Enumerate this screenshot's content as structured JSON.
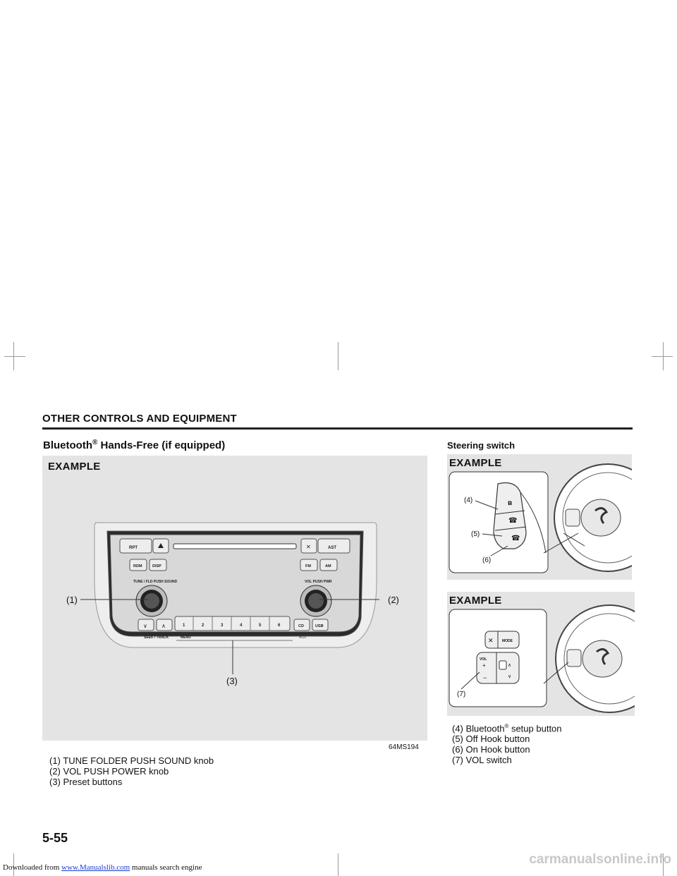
{
  "header": {
    "title": "OTHER CONTROLS AND EQUIPMENT"
  },
  "section": {
    "title": "Bluetooth",
    "reg": "®",
    "title_rest": " Hands-Free (if equipped)"
  },
  "subsection": {
    "title": "Steering switch"
  },
  "figure_audio": {
    "example": "EXAMPLE",
    "code": "64MS194",
    "callouts": {
      "c1": "(1)",
      "c2": "(2)",
      "c3": "(3)"
    },
    "buttons": {
      "rpt": "RPT",
      "ast": "AST",
      "rdm": "RDM",
      "disp": "DISP",
      "fm": "FM",
      "am": "AM",
      "cd": "CD",
      "usb": "USB",
      "tune": "TUNE / FLD PUSH SOUND",
      "vol": "VOL PUSH PWR",
      "seek": "SEEK / TRACK",
      "menu": "MENU",
      "aux": "AUX",
      "p1": "1",
      "p2": "2",
      "p3": "3",
      "p4": "4",
      "p5": "5",
      "p6": "6"
    }
  },
  "figure_steer1": {
    "example": "EXAMPLE",
    "c4": "(4)",
    "c5": "(5)",
    "c6": "(6)"
  },
  "figure_steer2": {
    "example": "EXAMPLE",
    "c7": "(7)",
    "mode": "MODE",
    "vol": "VOL"
  },
  "audio_legend": [
    "(1) TUNE FOLDER PUSH SOUND knob",
    "(2) VOL PUSH POWER knob",
    "(3) Preset buttons"
  ],
  "steer_legend": {
    "item4_pre": "(4) Bluetooth",
    "item4_reg": "®",
    "item4_post": " setup button",
    "item5": "(5) Off Hook button",
    "item6": "(6) On Hook button",
    "item7": "(7) VOL switch"
  },
  "footer": {
    "page": "5-55",
    "dl_prefix": "Downloaded from ",
    "dl_link": "www.Manualslib.com",
    "dl_suffix": " manuals search engine",
    "watermark": "carmanualsonline.info"
  }
}
